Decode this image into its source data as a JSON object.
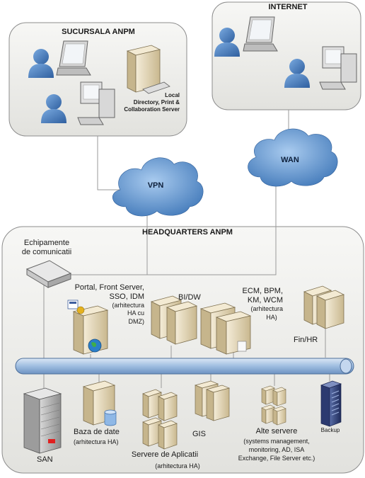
{
  "regions": {
    "branch": {
      "title": "SUCURSALA ANPM"
    },
    "internet": {
      "title": "INTERNET"
    },
    "hq": {
      "title": "HEADQUARTERS ANPM"
    }
  },
  "clouds": {
    "vpn": "VPN",
    "wan": "WAN"
  },
  "branch_server": {
    "line1": "Local",
    "line2": "Directory, Print &",
    "line3": "Collaboration Server"
  },
  "comm": {
    "line1": "Echipamente",
    "line2": "de comunicatii"
  },
  "portal": {
    "line1": "Portal, Front Server,",
    "line2": "SSO, IDM",
    "line3": "(arhitectura",
    "line4": "HA cu",
    "line5": "DMZ)"
  },
  "bidw": "BI/DW",
  "ecm": {
    "line1": "ECM, BPM,",
    "line2": "KM, WCM",
    "line3": "(arhitectura",
    "line4": "HA)"
  },
  "finhr": "Fin/HR",
  "san": "SAN",
  "db": {
    "line1": "Baza de date",
    "line2": "(arhitectura HA)"
  },
  "apps": {
    "line1": "Servere de Aplicatii",
    "line2": "(arhitectura HA)"
  },
  "gis": "GIS",
  "other": {
    "line1": "Alte servere",
    "line2": "(systems management,",
    "line3": "monitoring, AD, ISA",
    "line4": "Exchange, File Server etc.)"
  },
  "backup": "Backup",
  "colors": {
    "region_fill": "#ececea",
    "region_stroke": "#8a8a8a",
    "cloud": "#5a8fcc",
    "bus": "#a9c4e4",
    "user": "#4a7fc0",
    "server": "#e6d9b8",
    "san_red": "#e02020"
  }
}
